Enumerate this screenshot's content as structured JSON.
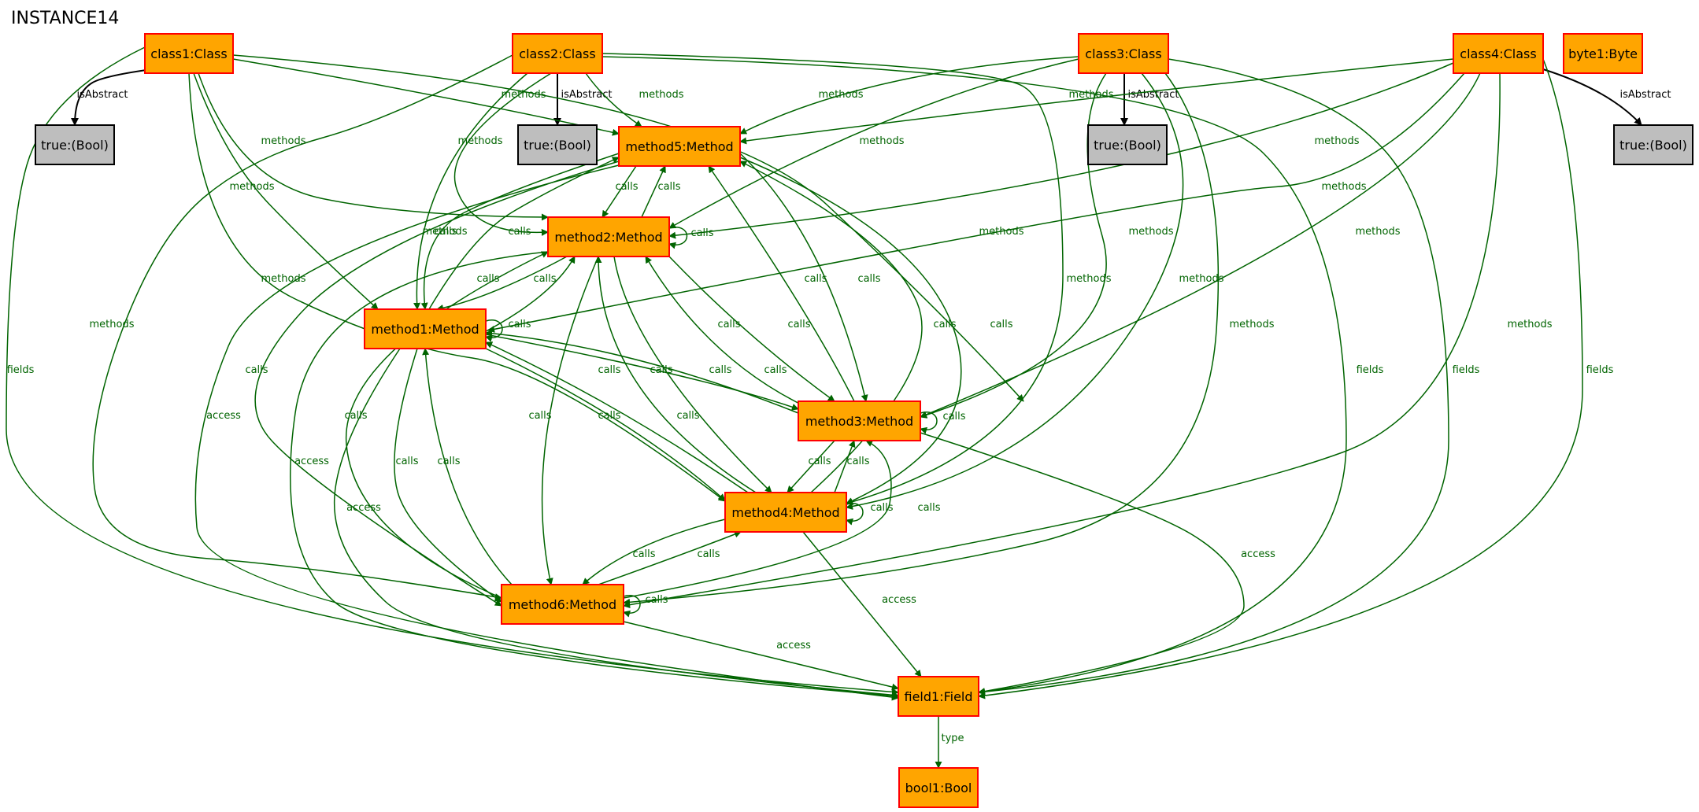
{
  "title": "INSTANCE14",
  "colors": {
    "object_fill": "#FFA500",
    "object_stroke": "#FF0000",
    "value_fill": "#BEBEBE",
    "value_stroke": "#000000",
    "edge_green": "#006400",
    "edge_black": "#000000"
  },
  "nodes": [
    {
      "id": "class1",
      "label": "class1:Class",
      "kind": "object"
    },
    {
      "id": "class2",
      "label": "class2:Class",
      "kind": "object"
    },
    {
      "id": "class3",
      "label": "class3:Class",
      "kind": "object"
    },
    {
      "id": "class4",
      "label": "class4:Class",
      "kind": "object"
    },
    {
      "id": "byte1",
      "label": "byte1:Byte",
      "kind": "object"
    },
    {
      "id": "true1",
      "label": "true:(Bool)",
      "kind": "value"
    },
    {
      "id": "true2",
      "label": "true:(Bool)",
      "kind": "value"
    },
    {
      "id": "true3",
      "label": "true:(Bool)",
      "kind": "value"
    },
    {
      "id": "true4",
      "label": "true:(Bool)",
      "kind": "value"
    },
    {
      "id": "method5",
      "label": "method5:Method",
      "kind": "object"
    },
    {
      "id": "method2",
      "label": "method2:Method",
      "kind": "object"
    },
    {
      "id": "method1",
      "label": "method1:Method",
      "kind": "object"
    },
    {
      "id": "method3",
      "label": "method3:Method",
      "kind": "object"
    },
    {
      "id": "method4",
      "label": "method4:Method",
      "kind": "object"
    },
    {
      "id": "method6",
      "label": "method6:Method",
      "kind": "object"
    },
    {
      "id": "field1",
      "label": "field1:Field",
      "kind": "object"
    },
    {
      "id": "bool1",
      "label": "bool1:Bool",
      "kind": "object"
    }
  ],
  "edges": [
    {
      "id": "e-class1-true1",
      "from": "class1",
      "to": "true1",
      "label": "isAbstract",
      "color": "edge_black"
    },
    {
      "id": "e-class2-true2",
      "from": "class2",
      "to": "true2",
      "label": "isAbstract",
      "color": "edge_black"
    },
    {
      "id": "e-class3-true3",
      "from": "class3",
      "to": "true3",
      "label": "isAbstract",
      "color": "edge_black"
    },
    {
      "id": "e-class4-true4",
      "from": "class4",
      "to": "true4",
      "label": "isAbstract",
      "color": "edge_black"
    },
    {
      "id": "e-class1-method5",
      "from": "class1",
      "to": "method5",
      "label": "methods",
      "color": "edge_green"
    },
    {
      "id": "e-class1-method2",
      "from": "class1",
      "to": "method2",
      "label": "methods",
      "color": "edge_green"
    },
    {
      "id": "e-class1-method1",
      "from": "class1",
      "to": "method1",
      "label": "methods",
      "color": "edge_green"
    },
    {
      "id": "e-class1-method4",
      "from": "class1",
      "to": "method4",
      "label": "methods",
      "color": "edge_green"
    },
    {
      "id": "e-class1-method3",
      "from": "class1",
      "to": "method3",
      "label": "methods",
      "color": "edge_green"
    },
    {
      "id": "e-class1-field1",
      "from": "class1",
      "to": "field1",
      "label": "fields",
      "color": "edge_green"
    },
    {
      "id": "e-class2-method5",
      "from": "class2",
      "to": "method5",
      "label": "methods",
      "color": "edge_green"
    },
    {
      "id": "e-class2-method2",
      "from": "class2",
      "to": "method2",
      "label": "methods",
      "color": "edge_green"
    },
    {
      "id": "e-class2-method1",
      "from": "class2",
      "to": "method1",
      "label": "methods",
      "color": "edge_green"
    },
    {
      "id": "e-class2-method6",
      "from": "class2",
      "to": "method6",
      "label": "methods",
      "color": "edge_green"
    },
    {
      "id": "e-class2-method4",
      "from": "class2",
      "to": "method4",
      "label": "methods",
      "color": "edge_green"
    },
    {
      "id": "e-class2-field1",
      "from": "class2",
      "to": "field1",
      "label": "fields",
      "color": "edge_green"
    },
    {
      "id": "e-class3-method5",
      "from": "class3",
      "to": "method5",
      "label": "methods",
      "color": "edge_green"
    },
    {
      "id": "e-class3-method2",
      "from": "class3",
      "to": "method2",
      "label": "methods",
      "color": "edge_green"
    },
    {
      "id": "e-class3-method3",
      "from": "class3",
      "to": "method3",
      "label": "methods",
      "color": "edge_green"
    },
    {
      "id": "e-class3-method4",
      "from": "class3",
      "to": "method4",
      "label": "methods",
      "color": "edge_green"
    },
    {
      "id": "e-class3-method6",
      "from": "class3",
      "to": "method6",
      "label": "methods",
      "color": "edge_green"
    },
    {
      "id": "e-class3-field1",
      "from": "class3",
      "to": "field1",
      "label": "fields",
      "color": "edge_green"
    },
    {
      "id": "e-class4-method5",
      "from": "class4",
      "to": "method5",
      "label": "methods",
      "color": "edge_green"
    },
    {
      "id": "e-class4-method2",
      "from": "class4",
      "to": "method2",
      "label": "methods",
      "color": "edge_green"
    },
    {
      "id": "e-class4-method1",
      "from": "class4",
      "to": "method1",
      "label": "methods",
      "color": "edge_green"
    },
    {
      "id": "e-class4-method3",
      "from": "class4",
      "to": "method3",
      "label": "methods",
      "color": "edge_green"
    },
    {
      "id": "e-class4-method6",
      "from": "class4",
      "to": "method6",
      "label": "methods",
      "color": "edge_green"
    },
    {
      "id": "e-class4-field1",
      "from": "class4",
      "to": "field1",
      "label": "fields",
      "color": "edge_green"
    },
    {
      "id": "e-method5-method2",
      "from": "method5",
      "to": "method2",
      "label": "calls",
      "color": "edge_green"
    },
    {
      "id": "e-method2-method5",
      "from": "method2",
      "to": "method5",
      "label": "calls",
      "color": "edge_green"
    },
    {
      "id": "e-method2-method2",
      "from": "method2",
      "to": "method2",
      "label": "calls",
      "color": "edge_green"
    },
    {
      "id": "e-method5-method1",
      "from": "method5",
      "to": "method1",
      "label": "calls",
      "color": "edge_green"
    },
    {
      "id": "e-method1-method5",
      "from": "method1",
      "to": "method5",
      "label": "calls",
      "color": "edge_green"
    },
    {
      "id": "e-method2-method1",
      "from": "method2",
      "to": "method1",
      "label": "calls",
      "color": "edge_green"
    },
    {
      "id": "e-method1-method2",
      "from": "method1",
      "to": "method2",
      "label": "calls",
      "color": "edge_green"
    },
    {
      "id": "e-method1-method1",
      "from": "method1",
      "to": "method1",
      "label": "calls",
      "color": "edge_green"
    },
    {
      "id": "e-method3-method5",
      "from": "method3",
      "to": "method5",
      "label": "calls",
      "color": "edge_green"
    },
    {
      "id": "e-method5-method3",
      "from": "method5",
      "to": "method3",
      "label": "calls",
      "color": "edge_green"
    },
    {
      "id": "e-method3-method2",
      "from": "method3",
      "to": "method2",
      "label": "calls",
      "color": "edge_green"
    },
    {
      "id": "e-method2-method3",
      "from": "method2",
      "to": "method3",
      "label": "calls",
      "color": "edge_green"
    },
    {
      "id": "e-method4-method5",
      "from": "method4",
      "to": "method5",
      "label": "calls",
      "color": "edge_green"
    },
    {
      "id": "e-method5-method4",
      "from": "method5",
      "to": "method4",
      "label": "calls",
      "color": "edge_green"
    },
    {
      "id": "e-method1-method3",
      "from": "method1",
      "to": "method3",
      "label": "calls",
      "color": "edge_green"
    },
    {
      "id": "e-method3-method1",
      "from": "method3",
      "to": "method1",
      "label": "calls",
      "color": "edge_green"
    },
    {
      "id": "e-method3-method3",
      "from": "method3",
      "to": "method3",
      "label": "calls",
      "color": "edge_green"
    },
    {
      "id": "e-method4-method2",
      "from": "method4",
      "to": "method2",
      "label": "calls",
      "color": "edge_green"
    },
    {
      "id": "e-method2-method4",
      "from": "method2",
      "to": "method4",
      "label": "calls",
      "color": "edge_green"
    },
    {
      "id": "e-method4-method1",
      "from": "method4",
      "to": "method1",
      "label": "calls",
      "color": "edge_green"
    },
    {
      "id": "e-method1-method4",
      "from": "method1",
      "to": "method4",
      "label": "calls",
      "color": "edge_green"
    },
    {
      "id": "e-method3-method4",
      "from": "method3",
      "to": "method4",
      "label": "calls",
      "color": "edge_green"
    },
    {
      "id": "e-method4-method3",
      "from": "method4",
      "to": "method3",
      "label": "calls",
      "color": "edge_green"
    },
    {
      "id": "e-method4-method4",
      "from": "method4",
      "to": "method4",
      "label": "calls",
      "color": "edge_green"
    },
    {
      "id": "e-method5-method6",
      "from": "method5",
      "to": "method6",
      "label": "calls",
      "color": "edge_green"
    },
    {
      "id": "e-method2-method6",
      "from": "method2",
      "to": "method6",
      "label": "calls",
      "color": "edge_green"
    },
    {
      "id": "e-method1-method6",
      "from": "method1",
      "to": "method6",
      "label": "calls",
      "color": "edge_green"
    },
    {
      "id": "e-method6-method1",
      "from": "method6",
      "to": "method1",
      "label": "calls",
      "color": "edge_green"
    },
    {
      "id": "e-method6-method2",
      "from": "method6",
      "to": "method2",
      "label": "calls",
      "color": "edge_green"
    },
    {
      "id": "e-method6-method3",
      "from": "method6",
      "to": "method3",
      "label": "calls",
      "color": "edge_green"
    },
    {
      "id": "e-method4-method6",
      "from": "method4",
      "to": "method6",
      "label": "calls",
      "color": "edge_green"
    },
    {
      "id": "e-method6-method4",
      "from": "method6",
      "to": "method4",
      "label": "calls",
      "color": "edge_green"
    },
    {
      "id": "e-method6-method6",
      "from": "method6",
      "to": "method6",
      "label": "calls",
      "color": "edge_green"
    },
    {
      "id": "e-method5-field1",
      "from": "method5",
      "to": "field1",
      "label": "access",
      "color": "edge_green"
    },
    {
      "id": "e-method2-field1",
      "from": "method2",
      "to": "field1",
      "label": "access",
      "color": "edge_green"
    },
    {
      "id": "e-method1-field1",
      "from": "method1",
      "to": "field1",
      "label": "access",
      "color": "edge_green"
    },
    {
      "id": "e-method3-field1",
      "from": "method3",
      "to": "field1",
      "label": "access",
      "color": "edge_green"
    },
    {
      "id": "e-method4-field1",
      "from": "method4",
      "to": "field1",
      "label": "access",
      "color": "edge_green"
    },
    {
      "id": "e-method6-field1",
      "from": "method6",
      "to": "field1",
      "label": "access",
      "color": "edge_green"
    },
    {
      "id": "e-field1-bool1",
      "from": "field1",
      "to": "bool1",
      "label": "type",
      "color": "edge_green"
    }
  ]
}
